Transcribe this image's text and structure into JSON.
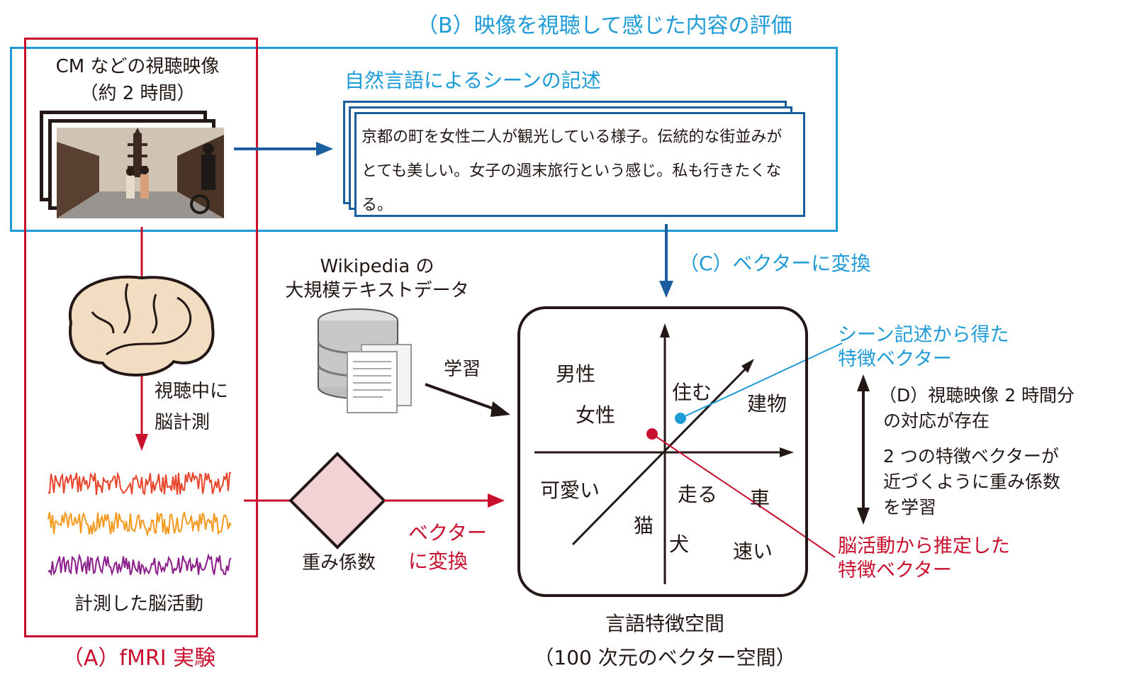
{
  "video": {
    "title": "CM などの視聴映像",
    "duration": "（約 2 時間）"
  },
  "section_b": {
    "title": "（B）映像を視聴して感じた内容の評価",
    "description_title": "自然言語によるシーンの記述",
    "description_text": "京都の町を女性二人が観光している様子。伝統的な街並みがとても美しい。女子の週末旅行という感じ。私も行きたくなる。"
  },
  "section_a": {
    "title": "（A）fMRI 実験",
    "measure_label_1": "視聴中に",
    "measure_label_2": "脳計測",
    "activity_label": "計測した脳活動"
  },
  "section_c": {
    "title": "（C）ベクターに変換"
  },
  "wikipedia": {
    "line1": "Wikipedia の",
    "line2": "大規模テキストデータ",
    "learn_label": "学習"
  },
  "weights": {
    "label": "重み係数",
    "convert_1": "ベクター",
    "convert_2": "に変換"
  },
  "space": {
    "title": "言語特徴空間",
    "subtitle": "（100 次元のベクター空間）",
    "words": {
      "male": "男性",
      "female": "女性",
      "live": "住む",
      "building": "建物",
      "cute": "可愛い",
      "run": "走る",
      "car": "車",
      "cat": "猫",
      "dog": "犬",
      "fast": "速い"
    }
  },
  "vectors": {
    "scene_1": "シーン記述から得た",
    "scene_2": "特徴ベクター",
    "brain_1": "脳活動から推定した",
    "brain_2": "特徴ベクター"
  },
  "section_d": {
    "line1": "（D）視聴映像 2 時間分",
    "line2": "の対応が存在",
    "line3": "2 つの特徴ベクターが",
    "line4": "近づくように重み係数",
    "line5": "を学習"
  },
  "colors": {
    "blue": "#1e9bd7",
    "red": "#c8102e",
    "navy": "#1a5e9e",
    "dark": "#231815",
    "diamond_fill": "#f3d2d6",
    "wave_red": "#e8452c",
    "wave_orange": "#f39a1e",
    "wave_purple": "#8b1e8b"
  }
}
